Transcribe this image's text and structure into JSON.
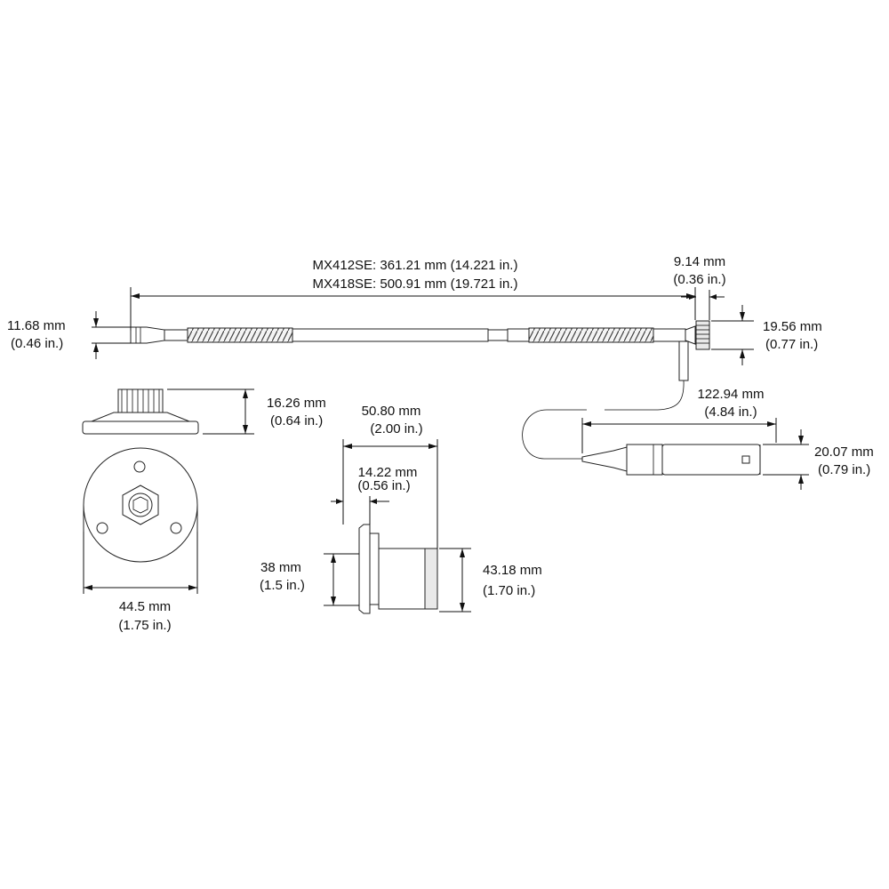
{
  "labels": {
    "overall_mx412": "MX412SE: 361.21 mm (14.221 in.)",
    "overall_mx418": "MX418SE: 500.91 mm (19.721 in.)",
    "head_mm": "11.68  mm",
    "head_in": "(0.46 in.)",
    "collar_w_mm": "9.14 mm",
    "collar_w_in": "(0.36 in.)",
    "collar_h_mm": "19.56 mm",
    "collar_h_in": "(0.77 in.)",
    "cable_mm": "122.94 mm",
    "cable_in": "(4.84 in.)",
    "preamp_mm": "20.07 mm",
    "preamp_in": "(0.79 in.)",
    "flange_h_mm": "16.26 mm",
    "flange_h_in": "(0.64 in.)",
    "flange_d_mm": "44.5 mm",
    "flange_d_in": "(1.75 in.)",
    "mount_len_mm": "50.80 mm",
    "mount_len_in": "(2.00 in.)",
    "mount_lip_mm": "14.22 mm",
    "mount_lip_in": "(0.56 in.)",
    "mount_hole_mm": "38 mm",
    "mount_hole_in": "(1.5 in.)",
    "mount_body_mm": "43.18 mm",
    "mount_body_in": "(1.70  in.)"
  }
}
